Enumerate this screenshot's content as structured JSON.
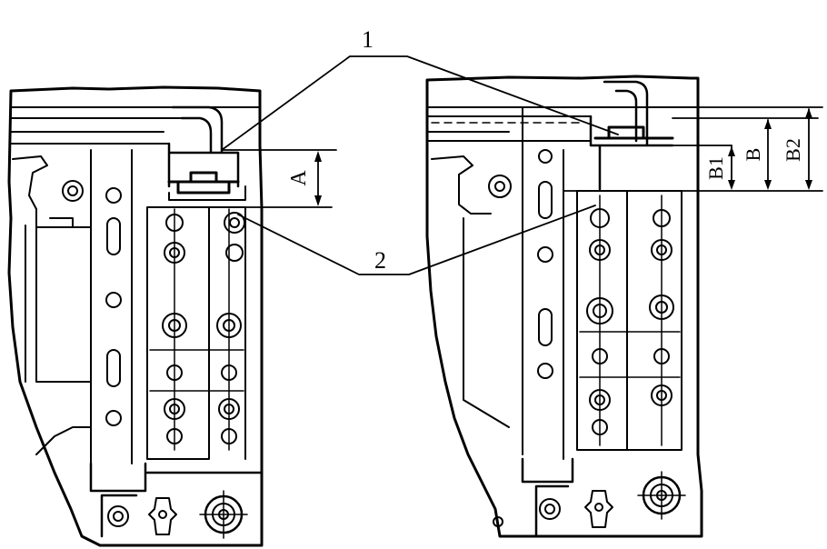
{
  "figure": {
    "callout_labels": {
      "part_1": "1",
      "part_2": "2"
    },
    "dimension_labels": {
      "a": "A",
      "b1": "B1",
      "b": "B",
      "b2": "B2"
    }
  }
}
